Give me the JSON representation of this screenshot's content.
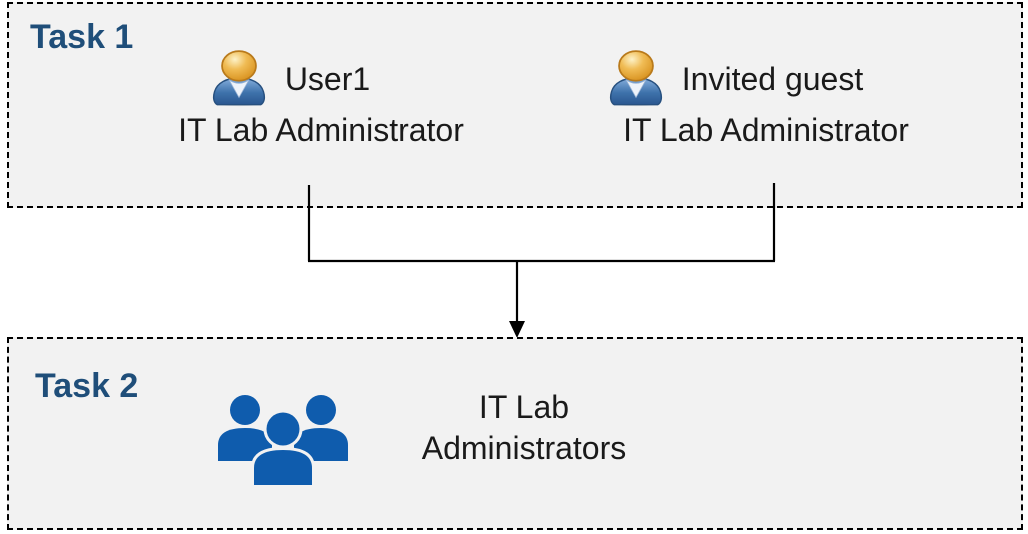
{
  "diagram": {
    "task1": {
      "label": "Task 1",
      "users": [
        {
          "name": "User1",
          "role": "IT Lab Administrator",
          "icon": "user-icon"
        },
        {
          "name": "Invited guest",
          "role": "IT Lab Administrator",
          "icon": "user-icon"
        }
      ]
    },
    "connector": {
      "type": "merge-down-arrow",
      "description": "lines from both Task 1 users merge and point to Task 2 group"
    },
    "task2": {
      "label": "Task 2",
      "group": {
        "name_line1": "IT Lab",
        "name_line2": "Administrators",
        "icon": "users-group-icon"
      }
    },
    "colors": {
      "task_label": "#1f4e79",
      "box_background": "#f2f2f2",
      "box_border": "#000000",
      "body_text": "#1a1a1a",
      "group_icon_blue": "#0f5cad",
      "user_icon_head": "#e8a93a",
      "user_icon_body": "#3a6ea5",
      "connector_line": "#000000"
    }
  }
}
